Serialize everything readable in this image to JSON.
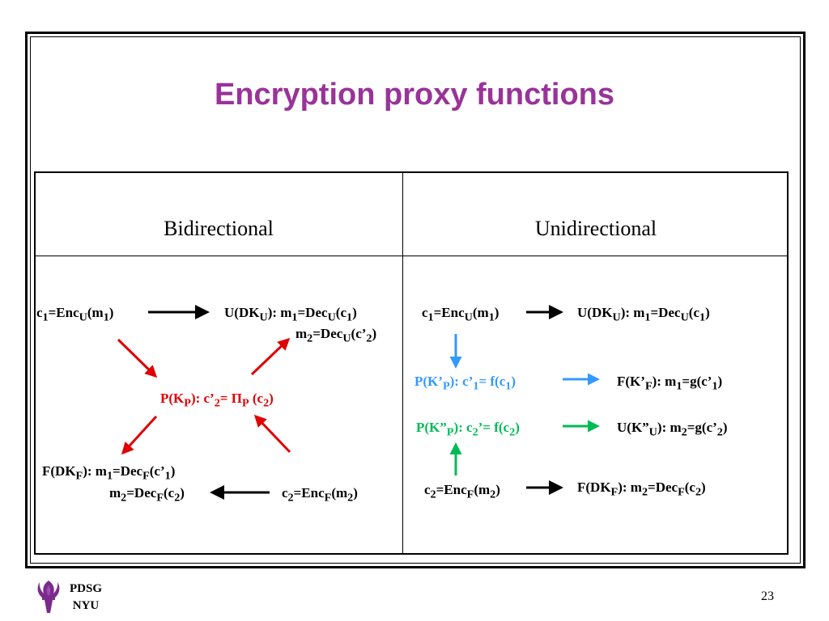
{
  "slide": {
    "title": "Encryption proxy functions",
    "page_number": "23",
    "footer": {
      "line1": "PDSG",
      "line2": "NYU"
    }
  },
  "table": {
    "headers": [
      "Bidirectional",
      "Unidirectional"
    ]
  },
  "bidirectional": {
    "c1_enc": "c<sub>1</sub>=Enc<sub>U</sub>(m<sub>1</sub>)",
    "u_dec1": "U(DK<sub>U</sub>): m<sub>1</sub>=Dec<sub>U</sub>(c<sub>1</sub>)",
    "u_dec2": "m<sub>2</sub>=Dec<sub>U</sub>(c’<sub>2</sub>)",
    "proxy": "P(K<sub>P</sub>): c’<sub>2</sub>= Π<sub>P</sub> (c<sub>2</sub>)",
    "f_dec1": "F(DK<sub>F</sub>): m<sub>1</sub>=Dec<sub>F</sub>(c’<sub>1</sub>)",
    "f_dec2": "m<sub>2</sub>=Dec<sub>F</sub>(c<sub>2</sub>)",
    "c2_enc": "c<sub>2</sub>=Enc<sub>F</sub>(m<sub>2</sub>)"
  },
  "unidirectional": {
    "c1_enc": "c<sub>1</sub>=Enc<sub>U</sub>(m<sub>1</sub>)",
    "u_dec": "U(DK<sub>U</sub>): m<sub>1</sub>=Dec<sub>U</sub>(c<sub>1</sub>)",
    "proxy1": "P(K’<sub>P</sub>): c’<sub>1</sub>= f(c<sub>1</sub>)",
    "f_recv": "F(K’<sub>F</sub>): m<sub>1</sub>=g(c’<sub>1</sub>)",
    "proxy2": "P(K”<sub>P</sub>): c<sub>2</sub>’= f(c<sub>2</sub>)",
    "u_recv": "U(K”<sub>U</sub>): m<sub>2</sub>=g(c’<sub>2</sub>)",
    "c2_enc": "c<sub>2</sub>=Enc<sub>F</sub>(m<sub>2</sub>)",
    "f_dec": "F(DK<sub>F</sub>): m<sub>2</sub>=Dec<sub>F</sub>(c<sub>2</sub>)"
  },
  "colors": {
    "title": "#993399",
    "bidirectional_proxy": "#e00000",
    "unidirectional_proxy1": "#3399ff",
    "unidirectional_proxy2": "#00bb55"
  }
}
